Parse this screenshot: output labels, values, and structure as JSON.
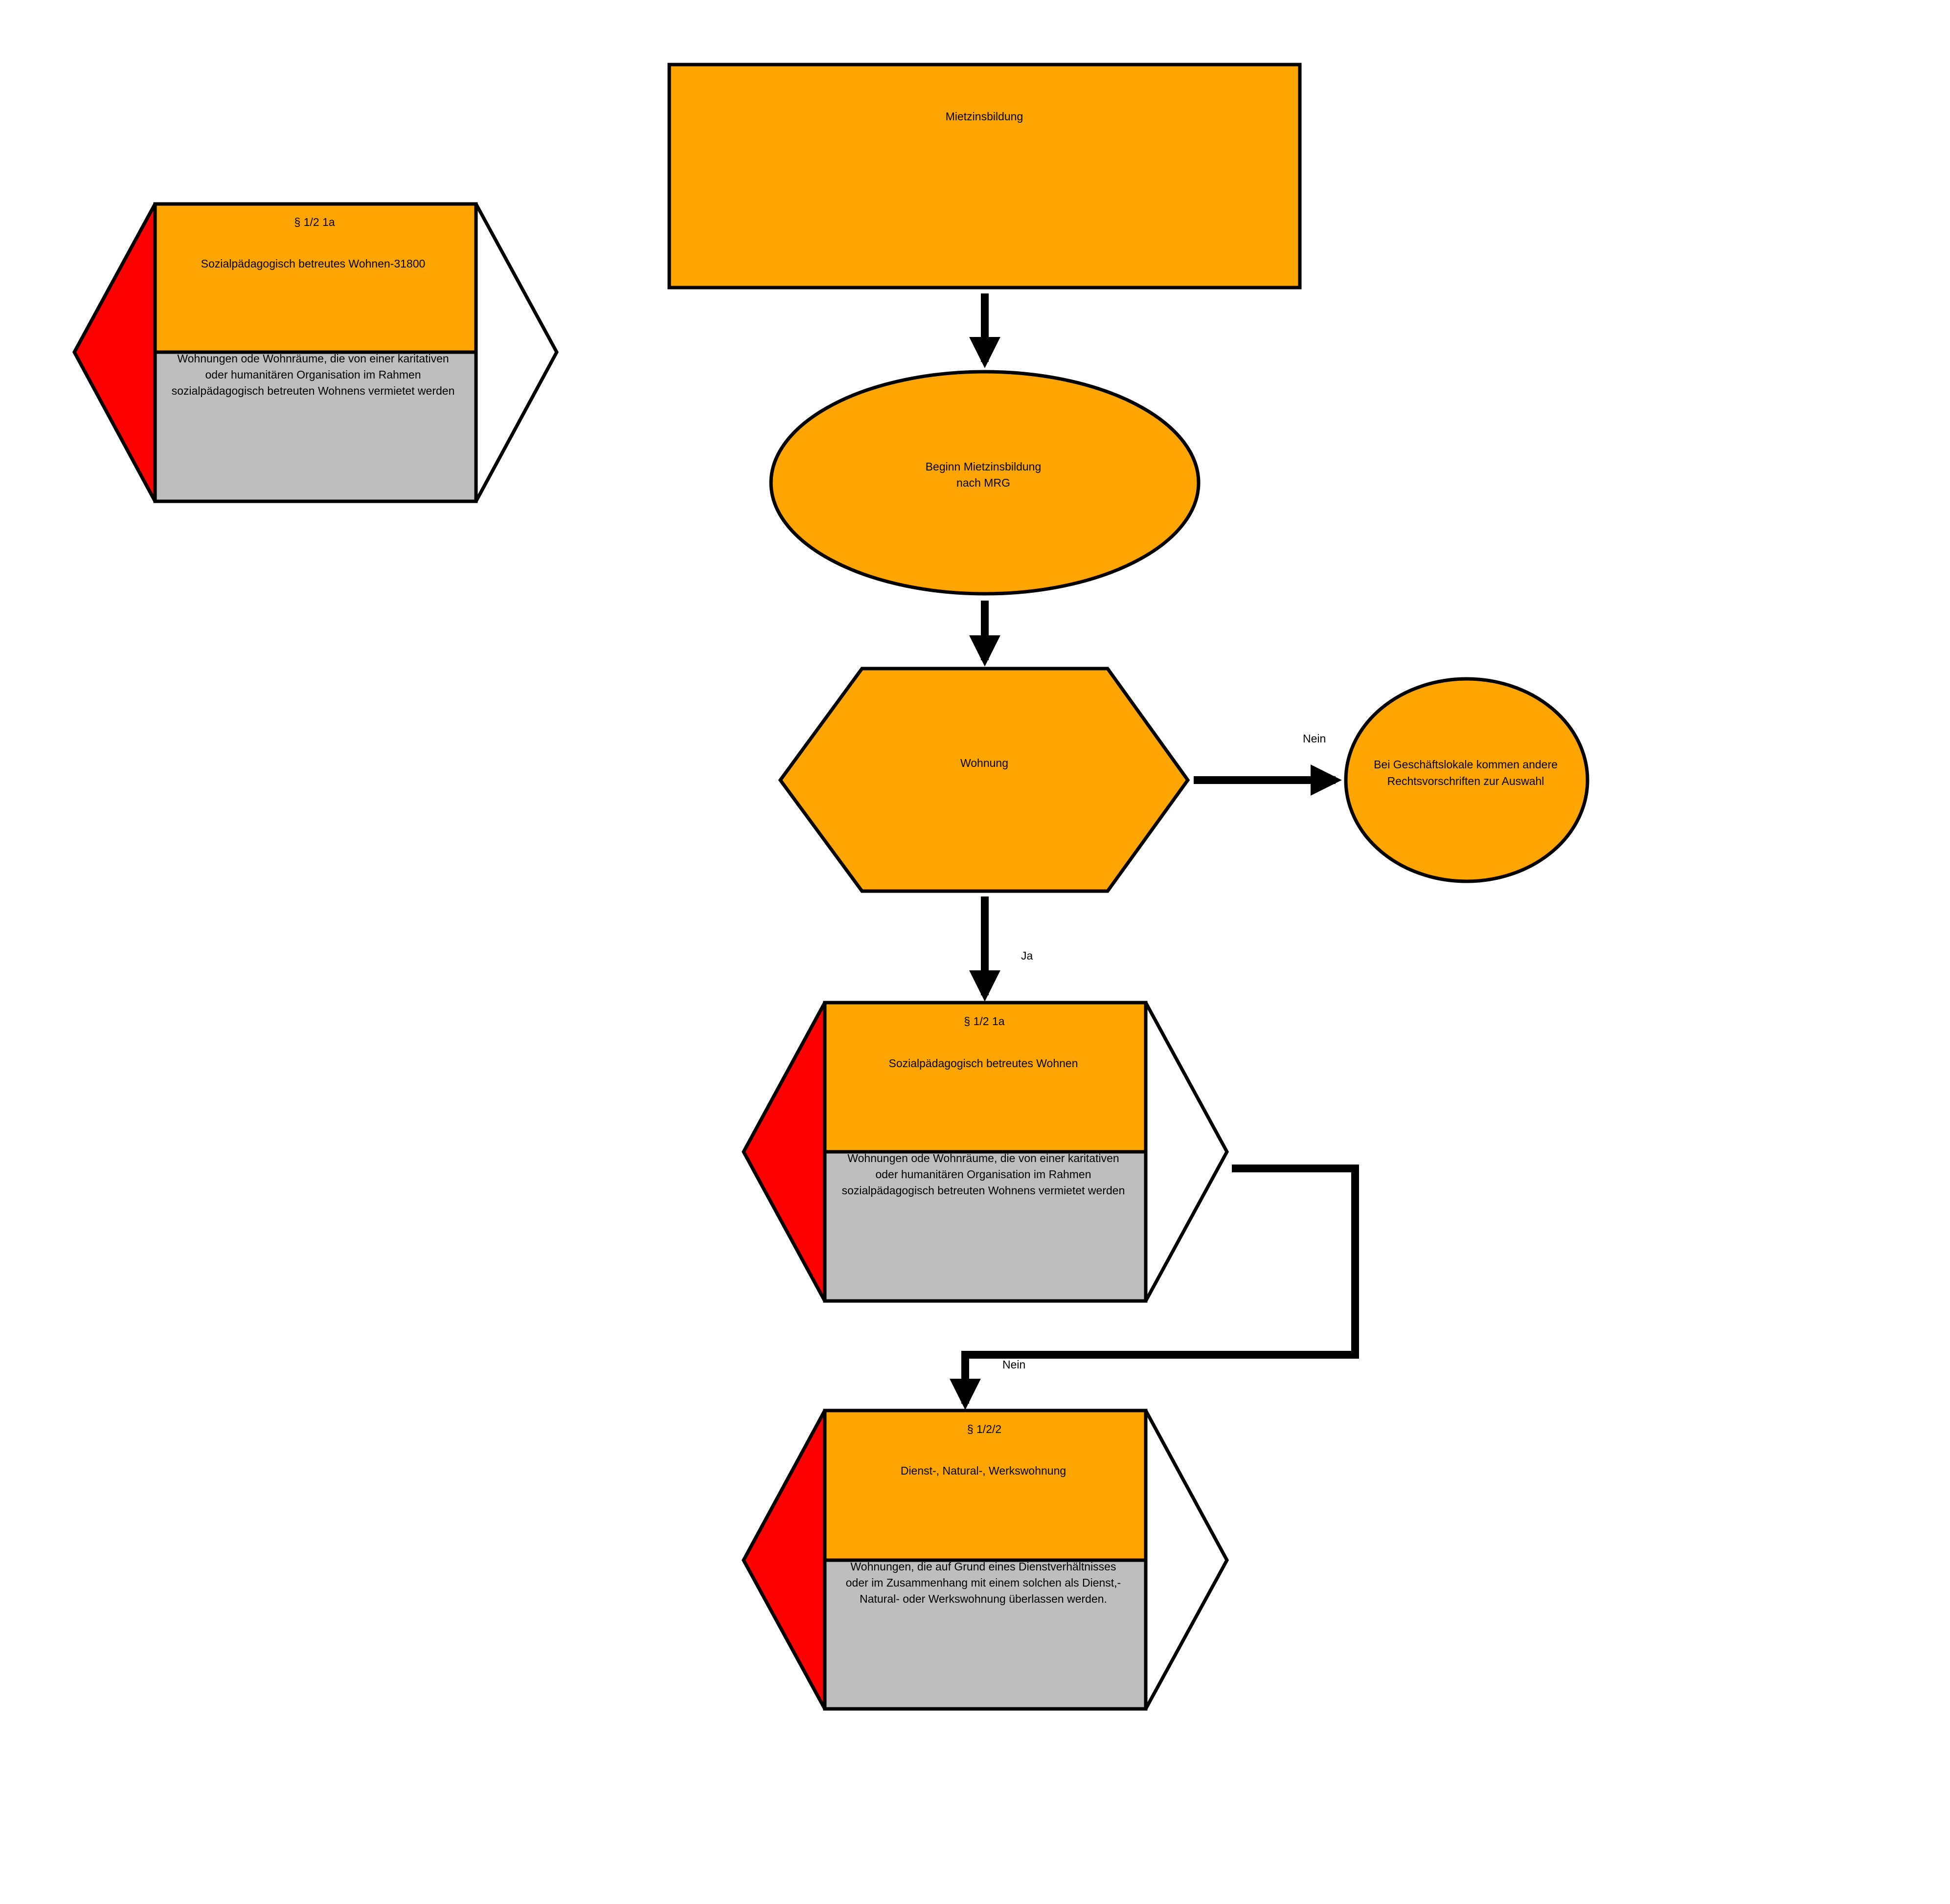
{
  "colors": {
    "node_fill": "#ffa500",
    "detail_fill": "#bebebe",
    "marker_fill": "#ff0000",
    "stroke": "#000000",
    "background": "#ffffff"
  },
  "nodes": {
    "start_box": {
      "label": "Mietzinsbildung"
    },
    "begin": {
      "line1": "Beginn Mietzinsbildung",
      "line2": "nach MRG"
    },
    "decision": {
      "label": "Wohnung"
    },
    "other_rules": {
      "line1": "Bei Geschäftslokale kommen andere",
      "line2": "Rechtsvorschriften zur Auswahl"
    },
    "card_side": {
      "section": "§ 1/2 1a",
      "title": "Sozialpädagogisch betreutes Wohnen-31800",
      "desc": [
        "Wohnungen ode Wohnräume, die von einer karitativen",
        "oder humanitären Organisation im Rahmen",
        "sozialpädagogisch betreuten Wohnens vermietet werden"
      ]
    },
    "card_main": {
      "section": "§ 1/2 1a",
      "title": "Sozialpädagogisch betreutes Wohnen",
      "desc": [
        "Wohnungen ode Wohnräume, die von einer karitativen",
        "oder humanitären Organisation im Rahmen",
        "sozialpädagogisch betreuten Wohnens vermietet werden"
      ]
    },
    "card_dienst": {
      "section": "§ 1/2/2",
      "title": "Dienst-, Natural-, Werkswohnung",
      "desc": [
        "Wohnungen, die auf Grund eines Dienstverhältnisses",
        "oder im Zusammenhang mit einem solchen als Dienst,-",
        "Natural- oder Werkswohnung überlassen werden."
      ]
    }
  },
  "edge_labels": {
    "nein_right": "Nein",
    "ja": "Ja",
    "nein_bottom": "Nein"
  }
}
